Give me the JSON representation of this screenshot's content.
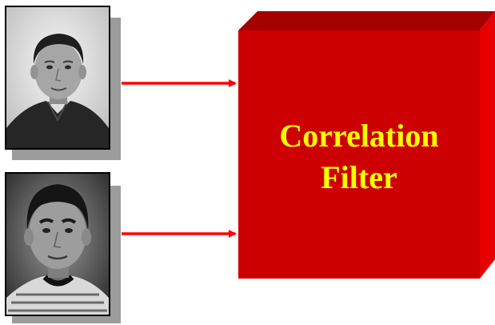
{
  "diagram": {
    "inputs": [
      {
        "name": "input-photo-top",
        "depicts": "grayscale portrait of a man in a dark polo shirt"
      },
      {
        "name": "input-photo-bottom",
        "depicts": "grayscale portrait of a man in a striped sweater"
      }
    ],
    "filter_block": {
      "line1": "Correlation",
      "line2": "Filter"
    },
    "colors": {
      "block_front": "#cc0000",
      "block_top": "#a40000",
      "block_side": "#e80000",
      "arrow": "#ff0000",
      "caption_text": "#ffff00",
      "photo_shadow": "#999999"
    },
    "icons": [
      "portrait-photo",
      "arrow-right",
      "3d-block"
    ]
  }
}
